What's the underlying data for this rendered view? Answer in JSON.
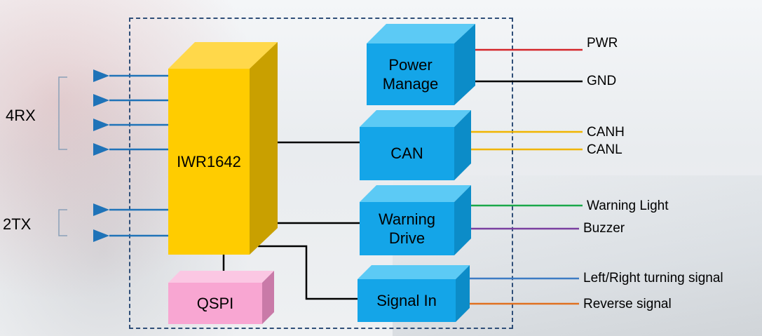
{
  "main_chip": {
    "label": "IWR1642"
  },
  "memory": {
    "label": "QSPI"
  },
  "blocks": {
    "power": {
      "line1": "Power",
      "line2": "Manage"
    },
    "can": {
      "label": "CAN"
    },
    "warning": {
      "line1": "Warning",
      "line2": "Drive"
    },
    "signal_in": {
      "label": "Signal In"
    }
  },
  "antenna_groups": {
    "rx": {
      "label": "4RX",
      "count": 4
    },
    "tx": {
      "label": "2TX",
      "count": 2
    }
  },
  "signals": [
    {
      "label": "PWR",
      "color": "#d4262a"
    },
    {
      "label": "GND",
      "color": "#000000"
    },
    {
      "label": "CANH",
      "color": "#f0b400"
    },
    {
      "label": "CANL",
      "color": "#f0b400"
    },
    {
      "label": "Warning Light",
      "color": "#1aa84a"
    },
    {
      "label": "Buzzer",
      "color": "#7a3fa0"
    },
    {
      "label": "Left/Right turning signal",
      "color": "#3d7cc4"
    },
    {
      "label": "Reverse signal",
      "color": "#e07020"
    }
  ],
  "colors": {
    "antenna": "#1f73b8",
    "internal_wire": "#000000",
    "dashed_border": "#2f4e78"
  }
}
